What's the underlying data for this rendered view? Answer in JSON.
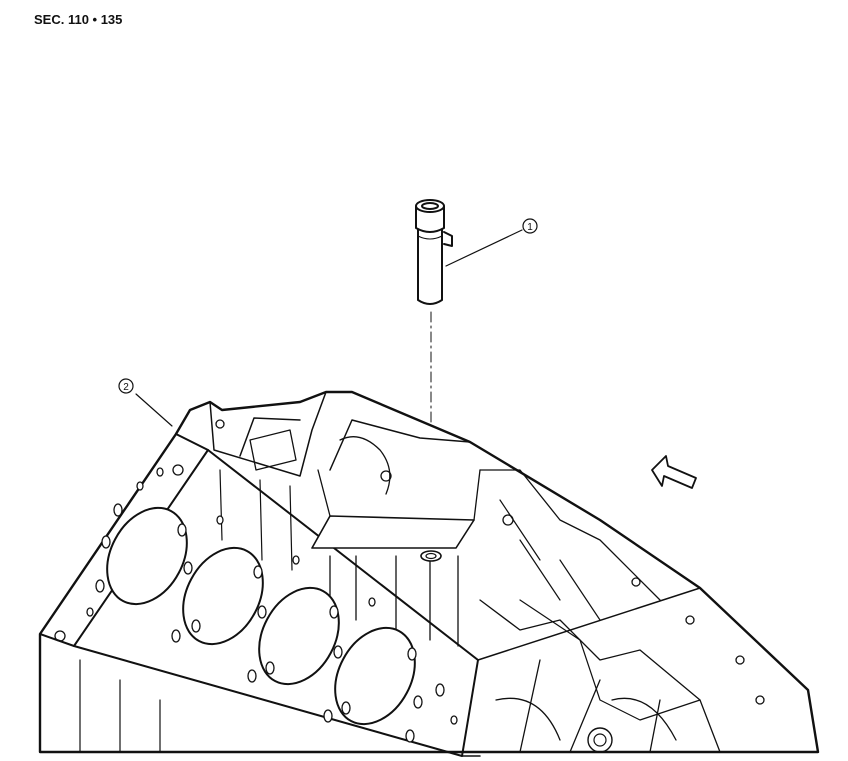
{
  "header": {
    "section_ref": "SEC. 110 • 135"
  },
  "callouts": [
    {
      "number": "1",
      "part": "sensor"
    },
    {
      "number": "2",
      "part": "cylinder-block"
    }
  ],
  "icons": {
    "direction": "front-arrow-icon"
  },
  "colors": {
    "line": "#111111",
    "paper": "#ffffff"
  }
}
